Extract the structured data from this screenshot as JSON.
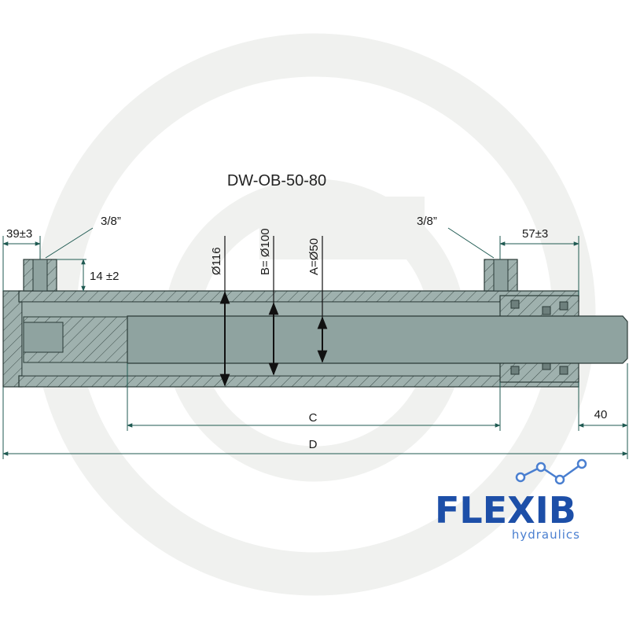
{
  "drawing": {
    "title": "DW-OB-50-80",
    "colors": {
      "body_fill": "#9fb1ae",
      "rod_fill": "#8fa3a0",
      "dim_line": "#1f5a52",
      "watermark": "#f0f1ef"
    }
  },
  "dimensions": {
    "left_port_thread": "3/8”",
    "right_port_thread": "3/8”",
    "left_port_offset": "39±3",
    "right_port_offset": "57±3",
    "port_height": "14 ±2",
    "outer_diameter": "Ø116",
    "bore_diameter": "B= Ø100",
    "rod_diameter": "A=Ø50",
    "stroke": "C",
    "total_length": "D",
    "rod_extension": "40"
  },
  "brand": {
    "name": "FLEXIB",
    "tagline": "hydraulics",
    "name_color": "#1d4fa8",
    "accent_color": "#4a7fd0",
    "icon": "graph-nodes-icon"
  }
}
